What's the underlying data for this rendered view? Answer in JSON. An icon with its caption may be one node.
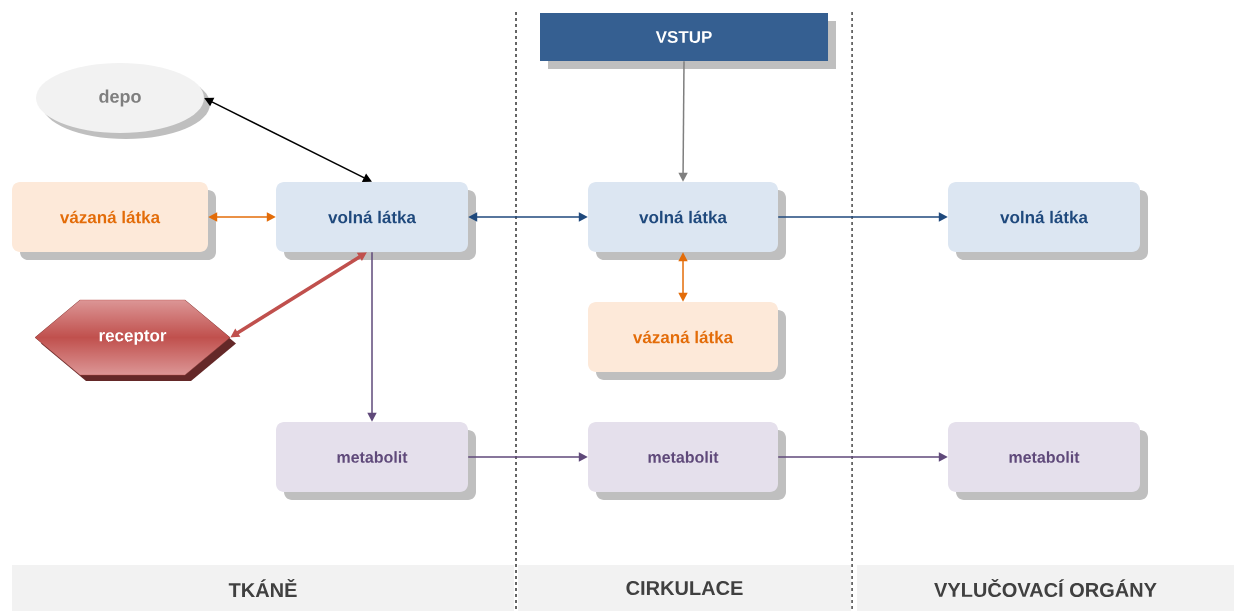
{
  "diagram": {
    "nodes": [
      {
        "text": [
          "depo"
        ]
      },
      {
        "text": [
          "vázaná látka"
        ]
      },
      {
        "text": [
          "volná látka"
        ]
      },
      {
        "text": [
          "receptor"
        ]
      },
      {
        "text": [
          "metabolit"
        ]
      },
      {
        "text": [
          "VSTUP"
        ]
      },
      {
        "text": [
          "volná látka"
        ]
      },
      {
        "text": [
          "vázaná látka"
        ]
      },
      {
        "text": [
          "metabolit"
        ]
      },
      {
        "text": [
          "volná látka"
        ]
      },
      {
        "text": [
          "metabolit"
        ]
      },
      {
        "text": [
          "TKÁNĚ"
        ]
      },
      {
        "text": [
          "CIRKULACE"
        ]
      },
      {
        "text": [
          "VYLUČOVACÍ ORGÁNY"
        ]
      }
    ],
    "edges": [
      {
        "from": 0,
        "to": 2,
        "arrow": "both",
        "color": "#000000"
      },
      {
        "from": 1,
        "to": 2,
        "arrow": "both",
        "color": "#e36c09"
      },
      {
        "from": 2,
        "to": 3,
        "arrow": "both",
        "style": "thick",
        "color": "#c0504d"
      },
      {
        "from": 2,
        "to": 4,
        "arrow": "to",
        "color": "#5f497a"
      },
      {
        "from": 2,
        "to": 6,
        "arrow": "both",
        "color": "#1f497d"
      },
      {
        "from": 5,
        "to": 6,
        "arrow": "to",
        "color": "#7f7f7f"
      },
      {
        "from": 6,
        "to": 7,
        "arrow": "both",
        "color": "#e36c09"
      },
      {
        "from": 6,
        "to": 9,
        "arrow": "to",
        "color": "#1f497d"
      },
      {
        "from": 4,
        "to": 8,
        "arrow": "to",
        "color": "#5f497a"
      },
      {
        "from": 8,
        "to": 10,
        "arrow": "to",
        "color": "#5f497a"
      }
    ]
  }
}
